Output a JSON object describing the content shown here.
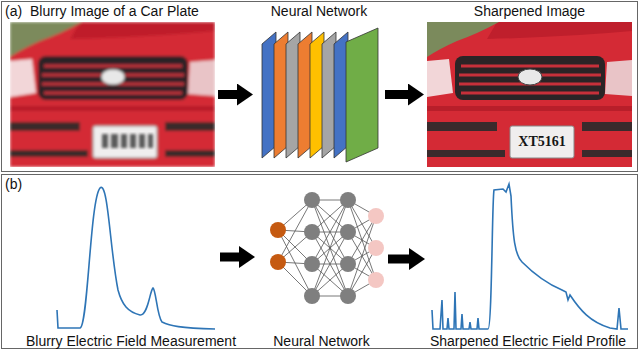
{
  "diagram": {
    "nodes": [
      {
        "text": [
          "(a)"
        ]
      },
      {
        "text": [
          "Blurry Image of a Car Plate"
        ],
        "in": 0
      },
      {
        "text": [
          "Neural Network"
        ],
        "in": 0
      },
      {
        "text": [
          "Sharpened Image"
        ],
        "in": 0
      },
      {
        "text": [
          "(b)"
        ]
      },
      {
        "text": [
          "Blurry Electric Field Measurement"
        ],
        "in": 4
      },
      {
        "text": [
          "Neural Network"
        ],
        "in": 4
      },
      {
        "text": [
          "Sharpened Electric Field Profile"
        ],
        "in": 4
      }
    ],
    "edges": [
      {
        "from": 1,
        "to": 2,
        "arrow": "to"
      },
      {
        "from": 2,
        "to": 3,
        "arrow": "to"
      },
      {
        "from": 5,
        "to": 6,
        "arrow": "to"
      },
      {
        "from": 6,
        "to": 7,
        "arrow": "to"
      }
    ],
    "labels": [
      "XT5161"
    ]
  }
}
